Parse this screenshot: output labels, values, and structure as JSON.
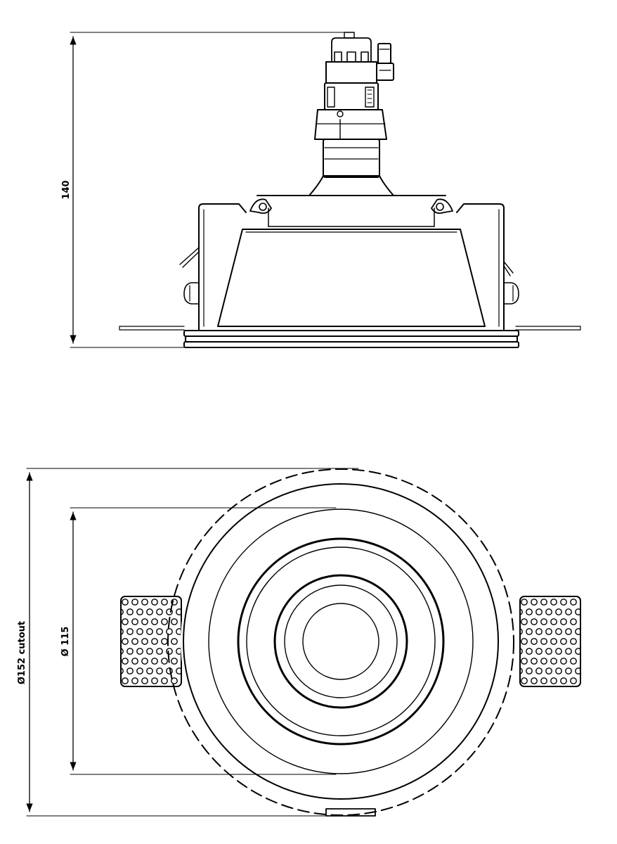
{
  "side_view": {
    "height_dimension": "140"
  },
  "top_view": {
    "inner_diameter_dimension": "Ø 115",
    "cutout_diameter_dimension": "Ø152 cutout"
  },
  "colors": {
    "line": "#000000",
    "background": "#ffffff"
  }
}
